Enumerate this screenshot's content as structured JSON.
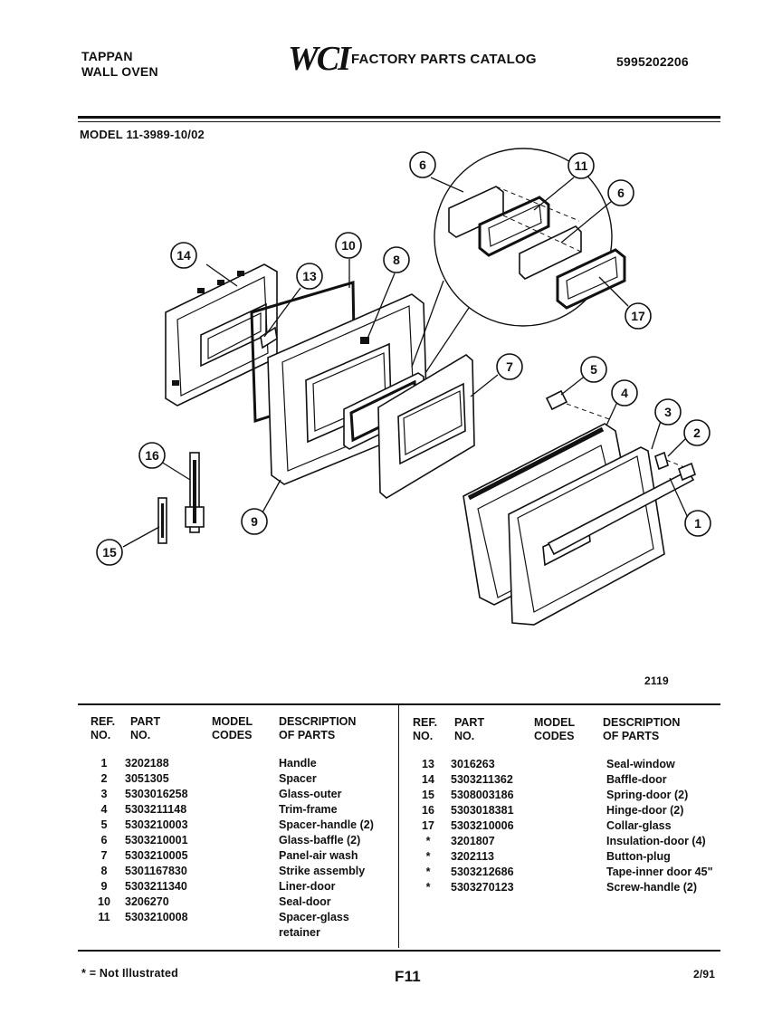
{
  "header": {
    "brand_line1": "TAPPAN",
    "brand_line2": "WALL OVEN",
    "logo_text": "WCI",
    "catalog_title": "FACTORY PARTS CATALOG",
    "catalog_number": "5995202206",
    "model": "MODEL 11-3989-10/02"
  },
  "callouts": [
    "1",
    "2",
    "3",
    "4",
    "5",
    "6",
    "7",
    "8",
    "9",
    "10",
    "11",
    "13",
    "14",
    "15",
    "16",
    "17"
  ],
  "callout_6b": "6",
  "figure_number": "2119",
  "table": {
    "col_ref": "REF.",
    "col_ref2": "NO.",
    "col_part": "PART",
    "col_part2": "NO.",
    "col_model": "MODEL",
    "col_model2": "CODES",
    "col_desc": "DESCRIPTION",
    "col_desc2": "OF PARTS",
    "left_rows": [
      {
        "ref": "1",
        "part": "3202188",
        "desc": "Handle"
      },
      {
        "ref": "2",
        "part": "3051305",
        "desc": "Spacer"
      },
      {
        "ref": "3",
        "part": "5303016258",
        "desc": "Glass-outer"
      },
      {
        "ref": "4",
        "part": "5303211148",
        "desc": "Trim-frame"
      },
      {
        "ref": "5",
        "part": "5303210003",
        "desc": "Spacer-handle (2)"
      },
      {
        "ref": "6",
        "part": "5303210001",
        "desc": "Glass-baffle (2)"
      },
      {
        "ref": "7",
        "part": "5303210005",
        "desc": "Panel-air wash"
      },
      {
        "ref": "8",
        "part": "5301167830",
        "desc": "Strike assembly"
      },
      {
        "ref": "9",
        "part": "5303211340",
        "desc": "Liner-door"
      },
      {
        "ref": "10",
        "part": "3206270",
        "desc": "Seal-door"
      },
      {
        "ref": "11",
        "part": "5303210008",
        "desc": "Spacer-glass"
      },
      {
        "ref": "",
        "part": "",
        "desc": "retainer"
      }
    ],
    "right_rows": [
      {
        "ref": "13",
        "part": "3016263",
        "desc": "Seal-window"
      },
      {
        "ref": "14",
        "part": "5303211362",
        "desc": "Baffle-door"
      },
      {
        "ref": "15",
        "part": "5308003186",
        "desc": "Spring-door (2)"
      },
      {
        "ref": "16",
        "part": "5303018381",
        "desc": "Hinge-door (2)"
      },
      {
        "ref": "17",
        "part": "5303210006",
        "desc": "Collar-glass"
      },
      {
        "ref": "",
        "part": "",
        "desc": ""
      },
      {
        "ref": "*",
        "part": "3201807",
        "desc": "Insulation-door (4)"
      },
      {
        "ref": "*",
        "part": "3202113",
        "desc": "Button-plug"
      },
      {
        "ref": "*",
        "part": "5303212686",
        "desc": "Tape-inner door 45\""
      },
      {
        "ref": "*",
        "part": "5303270123",
        "desc": "Screw-handle (2)"
      }
    ]
  },
  "footer": {
    "note": "* = Not Illustrated",
    "page": "F11",
    "date": "2/91"
  }
}
